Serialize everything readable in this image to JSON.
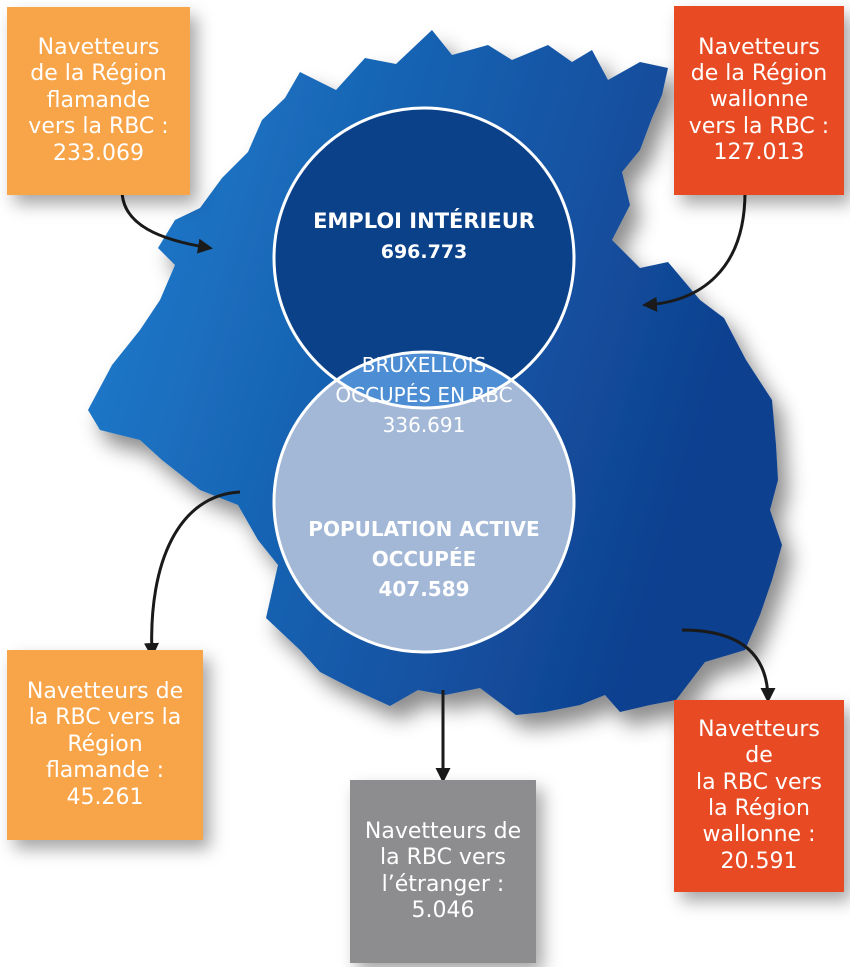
{
  "colors": {
    "map_light": "#1f7fd0",
    "map_dark": "#0f3f8e",
    "flanders_box": "#f8a448",
    "wallonia_box": "#e84b24",
    "abroad_box": "#8d8d8f",
    "circle_emploi": "#0b4189",
    "circle_population": "#a3b8d7",
    "circle_overlap": "#4c8dd3",
    "arrow": "#1a1a1a"
  },
  "circles": {
    "emploi": {
      "title": "EMPLOI INTÉRIEUR",
      "value": "696.773"
    },
    "overlap": {
      "line1": "BRUXELLOIS",
      "line2": "OCCUPÉS EN RBC",
      "value": "336.691"
    },
    "population": {
      "line1": "POPULATION ACTIVE",
      "line2": "OCCUPÉE",
      "value": "407.589"
    }
  },
  "boxes": {
    "flandre_in": "Navetteurs\nde la Région\nflamande\nvers la RBC :\n233.069",
    "wallonie_in": "Navetteurs\nde la Région\nwallonne\nvers la RBC :\n127.013",
    "flandre_out": "Navetteurs de\nla RBC vers la\nRégion\nflamande :\n45.261",
    "etranger_out": "Navetteurs de\nla RBC vers\nl’étranger :\n5.046",
    "wallonie_out": "Navetteurs de\nla RBC vers\nla Région\nwallonne :\n20.591"
  }
}
